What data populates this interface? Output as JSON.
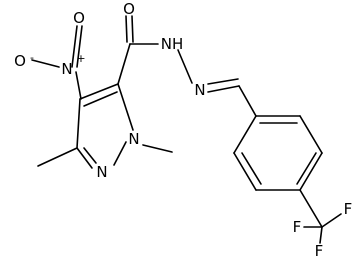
{
  "structure": {
    "atoms": {
      "nitro_n": "N",
      "nitro_o_top": "O",
      "nitro_o_left": "O",
      "carbonyl_o": "O",
      "hydrazide_nh": "NH",
      "imine_n": "N",
      "ring_n1": "N",
      "ring_n2": "N",
      "cf3_f_left": "F",
      "cf3_f_right": "F",
      "cf3_f_bottom": "F"
    },
    "charges": {
      "nitro_n": "+",
      "nitro_o_left": "-"
    }
  }
}
